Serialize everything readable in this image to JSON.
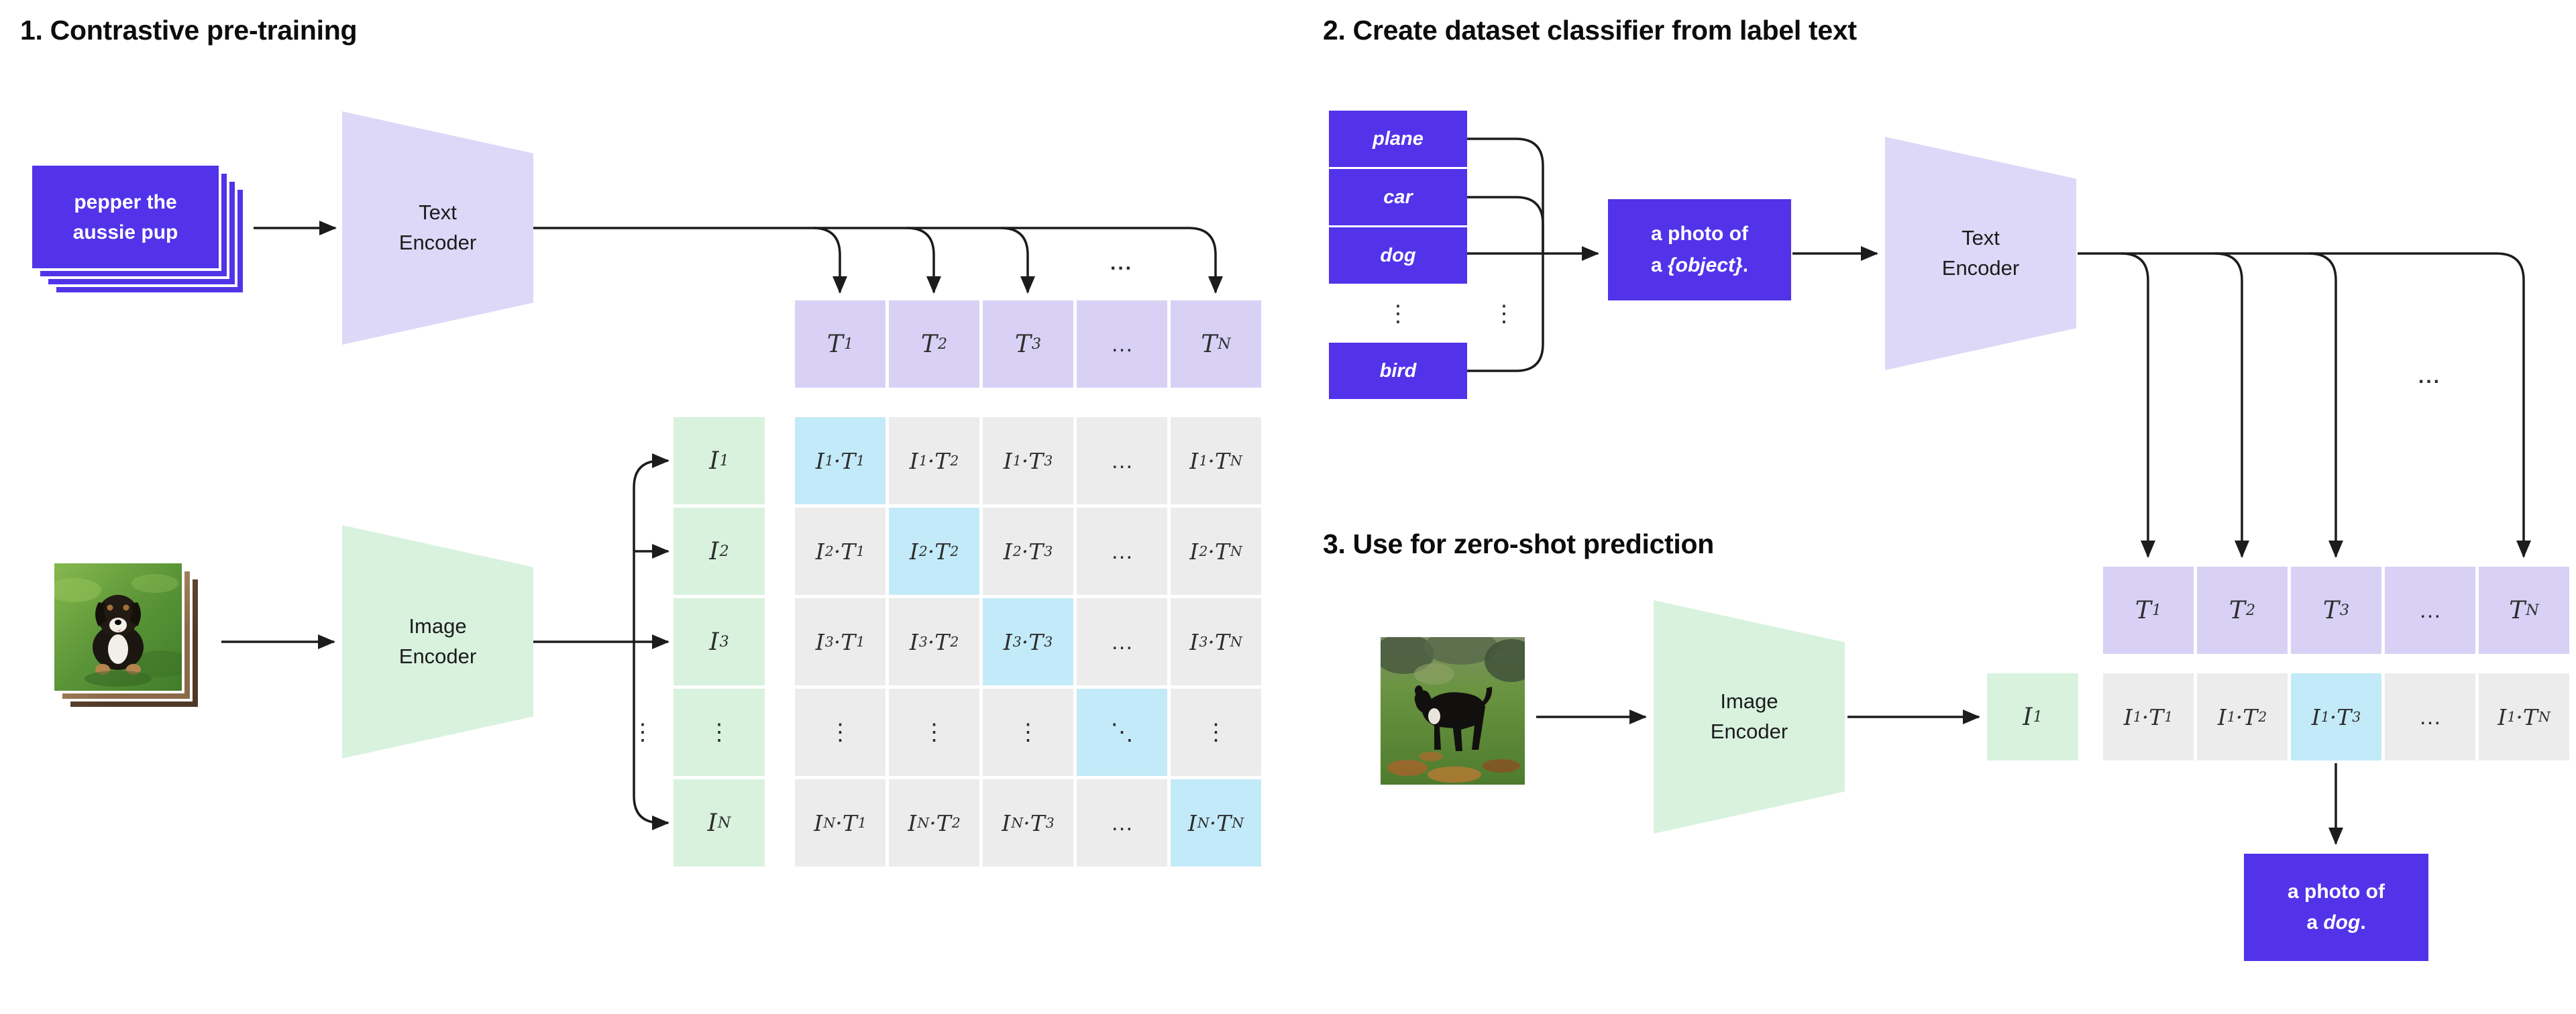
{
  "colors": {
    "accent_purple": "#5233e9",
    "lavender_encoder": "#ddd8f7",
    "lavender_cell": "#d8d1f5",
    "green_cell": "#d8f2de",
    "gray_cell": "#ececec",
    "cyan_highlight": "#c3eaf8",
    "wire": "#1c1c1c"
  },
  "section1": {
    "title": "1. Contrastive pre-training",
    "text_stack": {
      "line1": "pepper the",
      "line2": "aussie pup"
    },
    "text_encoder": {
      "line1": "Text",
      "line2": "Encoder"
    },
    "image_encoder": {
      "line1": "Image",
      "line2": "Encoder"
    },
    "line_ellipsis": "...",
    "spine_vdots": "⋮",
    "t_labels": [
      "T_1",
      "T_2",
      "T_3",
      "…",
      "T_N"
    ],
    "matrix": {
      "i_labels": [
        "I_1",
        "I_2",
        "I_3",
        "⋮",
        "I_N"
      ],
      "grid": [
        [
          "I_1·T_1",
          "I_1·T_2",
          "I_1·T_3",
          "…",
          "I_1·T_N"
        ],
        [
          "I_2·T_1",
          "I_2·T_2",
          "I_2·T_3",
          "…",
          "I_2·T_N"
        ],
        [
          "I_3·T_1",
          "I_3·T_2",
          "I_3·T_3",
          "…",
          "I_3·T_N"
        ],
        [
          "⋮",
          "⋮",
          "⋮",
          "⋱",
          "⋮"
        ],
        [
          "I_N·T_1",
          "I_N·T_2",
          "I_N·T_3",
          "…",
          "I_N·T_N"
        ]
      ],
      "highlight_diagonal": true
    },
    "illustration": "puppy-photo-stack"
  },
  "section2": {
    "title": "2. Create dataset classifier from label text",
    "class_labels": [
      "plane",
      "car",
      "dog",
      "bird"
    ],
    "labels_vdots": "⋮",
    "lines_vdots": "⋮",
    "prompt_box": {
      "line1": "a photo of",
      "line2_prefix": "a ",
      "line2_italic": "{object}",
      "line2_suffix": "."
    },
    "text_encoder": {
      "line1": "Text",
      "line2": "Encoder"
    },
    "line_ellipsis": "...",
    "t_labels": [
      "T_1",
      "T_2",
      "T_3",
      "…",
      "T_N"
    ]
  },
  "section3": {
    "title": "3. Use for zero-shot prediction",
    "image_encoder": {
      "line1": "Image",
      "line2": "Encoder"
    },
    "i1_label": "I_1",
    "result_row": {
      "cells": [
        "I_1·T_1",
        "I_1·T_2",
        "I_1·T_3",
        "…",
        "I_1·T_N"
      ],
      "highlight_index": 2
    },
    "result_box": {
      "line1": "a photo of",
      "line2_prefix": "a ",
      "line2_italic": "dog",
      "line2_suffix": "."
    },
    "illustration": "black-dog-photo"
  }
}
